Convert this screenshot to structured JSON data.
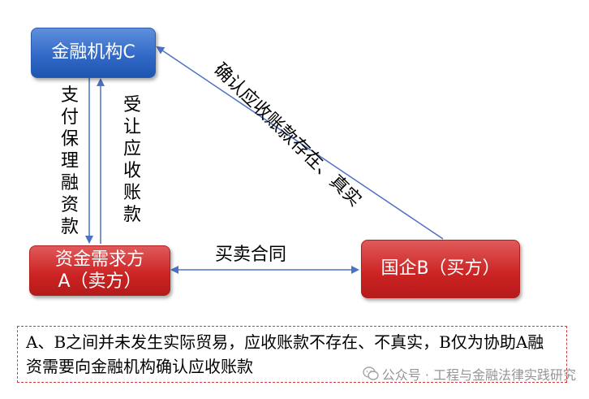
{
  "nodes": {
    "c": {
      "label": "金融机构C",
      "color": "#2f67c6"
    },
    "a": {
      "line1": "资金需求方",
      "line2": "A（卖方）",
      "color": "#cc2222"
    },
    "b": {
      "label": "国企B（买方）",
      "color": "#cc2222"
    }
  },
  "edges": {
    "pay": "支付保理融资款",
    "transfer": "受让应收账款",
    "contract": "买卖合同",
    "confirm": "确认应收账款存在、真实",
    "arrow_color": "#4a72c4"
  },
  "note": {
    "text": "A、B之间并未发生实际贸易，应收账款不存在、不真实，B仅为协助A融资需要向金融机构确认应收账款",
    "border_color": "#d23b3b"
  },
  "watermark": {
    "text": "公众号 · 工程与金融法律实践研究",
    "icon": "wechat-icon"
  }
}
